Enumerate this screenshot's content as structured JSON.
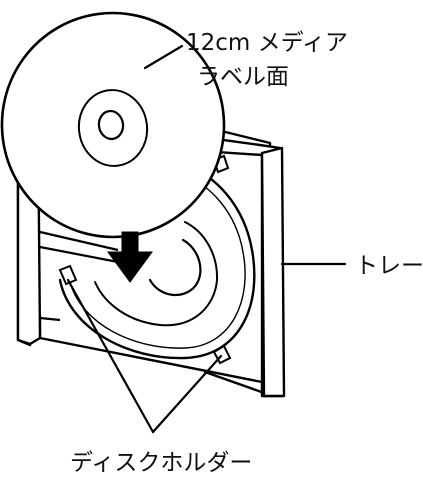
{
  "labels": {
    "media": "12cm メディア",
    "label_side": "ラベル面",
    "tray": "トレー",
    "disc_holder": "ディスクホルダー"
  }
}
